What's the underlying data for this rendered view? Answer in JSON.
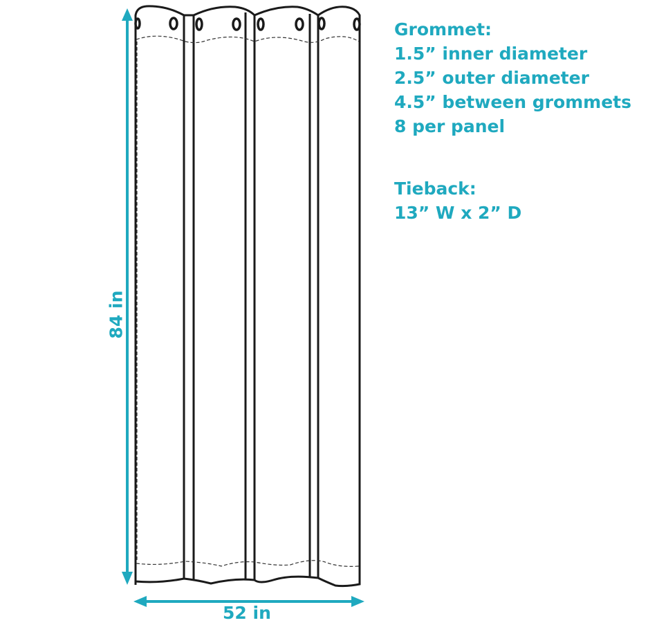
{
  "colors": {
    "accent": "#1fa9bf",
    "outline": "#1a1a1a"
  },
  "dimensions": {
    "height_label": "84 in",
    "width_label": "52 in"
  },
  "grommet": {
    "heading": "Grommet:",
    "lines": [
      "1.5” inner diameter",
      "2.5” outer diameter",
      "4.5” between grommets",
      "8 per panel"
    ]
  },
  "tieback": {
    "heading": "Tieback:",
    "lines": [
      "13” W x 2” D"
    ]
  }
}
